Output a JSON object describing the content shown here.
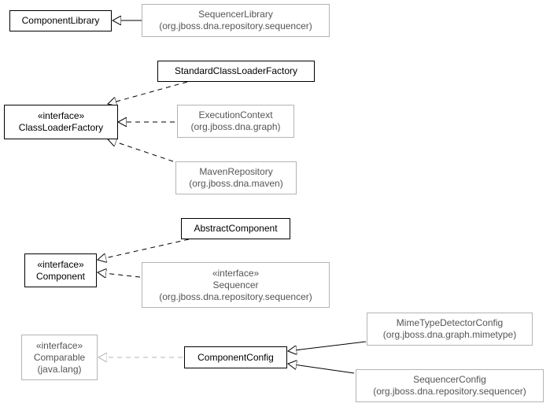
{
  "colors": {
    "primary_border": "#000000",
    "external_border": "#b4b4b4",
    "external_text": "#555555",
    "faded_edge": "#b4b4b4"
  },
  "nodes": {
    "component_library": {
      "line1": "ComponentLibrary"
    },
    "sequencer_library": {
      "line1": "SequencerLibrary",
      "line2": "(org.jboss.dna.repository.sequencer)"
    },
    "standard_class_loader_factory": {
      "line1": "StandardClassLoaderFactory"
    },
    "class_loader_factory": {
      "stereotype": "«interface»",
      "line1": "ClassLoaderFactory"
    },
    "execution_context": {
      "line1": "ExecutionContext",
      "line2": "(org.jboss.dna.graph)"
    },
    "maven_repository": {
      "line1": "MavenRepository",
      "line2": "(org.jboss.dna.maven)"
    },
    "abstract_component": {
      "line1": "AbstractComponent"
    },
    "component": {
      "stereotype": "«interface»",
      "line1": "Component"
    },
    "sequencer": {
      "stereotype": "«interface»",
      "line1": "Sequencer",
      "line2": "(org.jboss.dna.repository.sequencer)"
    },
    "comparable": {
      "stereotype": "«interface»",
      "line1": "Comparable",
      "line2": "(java.lang)"
    },
    "component_config": {
      "line1": "ComponentConfig"
    },
    "mime_type_detector_config": {
      "line1": "MimeTypeDetectorConfig",
      "line2": "(org.jboss.dna.graph.mimetype)"
    },
    "sequencer_config": {
      "line1": "SequencerConfig",
      "line2": "(org.jboss.dna.repository.sequencer)"
    }
  },
  "edges": [
    {
      "from": "sequencer_library",
      "to": "component_library",
      "kind": "extends"
    },
    {
      "from": "standard_class_loader_factory",
      "to": "class_loader_factory",
      "kind": "implements"
    },
    {
      "from": "execution_context",
      "to": "class_loader_factory",
      "kind": "implements"
    },
    {
      "from": "maven_repository",
      "to": "class_loader_factory",
      "kind": "implements"
    },
    {
      "from": "abstract_component",
      "to": "component",
      "kind": "implements"
    },
    {
      "from": "sequencer",
      "to": "component",
      "kind": "implements"
    },
    {
      "from": "component_config",
      "to": "comparable",
      "kind": "implements-faded"
    },
    {
      "from": "mime_type_detector_config",
      "to": "component_config",
      "kind": "extends"
    },
    {
      "from": "sequencer_config",
      "to": "component_config",
      "kind": "extends"
    }
  ]
}
